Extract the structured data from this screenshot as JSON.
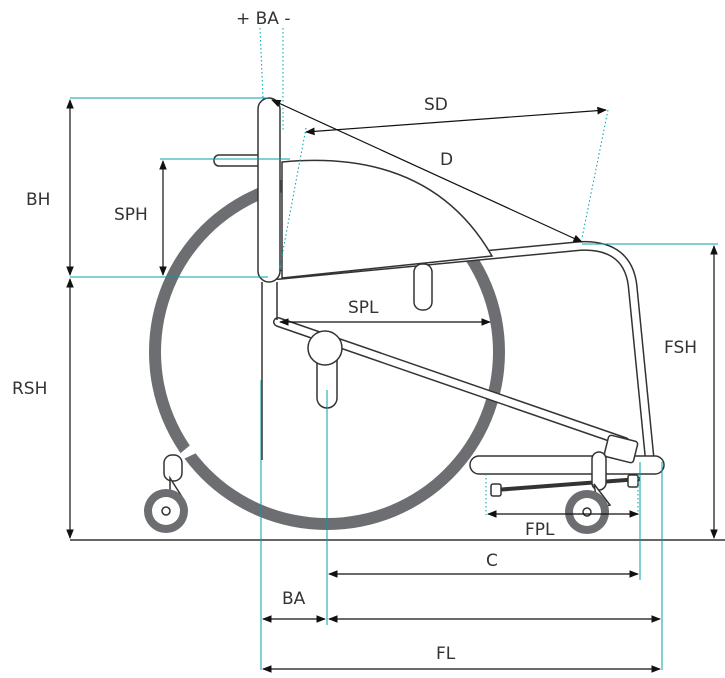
{
  "labels": {
    "ba_top": "+ BA -",
    "sd": "SD",
    "d": "D",
    "bh": "BH",
    "sph": "SPH",
    "spl": "SPL",
    "rsh": "RSH",
    "fsh": "FSH",
    "fpl": "FPL",
    "c": "C",
    "ba": "BA",
    "fl": "FL"
  },
  "colors": {
    "guide": "#00a0a8",
    "tire": "#6d6e71",
    "line": "#333333",
    "text": "#333333"
  }
}
